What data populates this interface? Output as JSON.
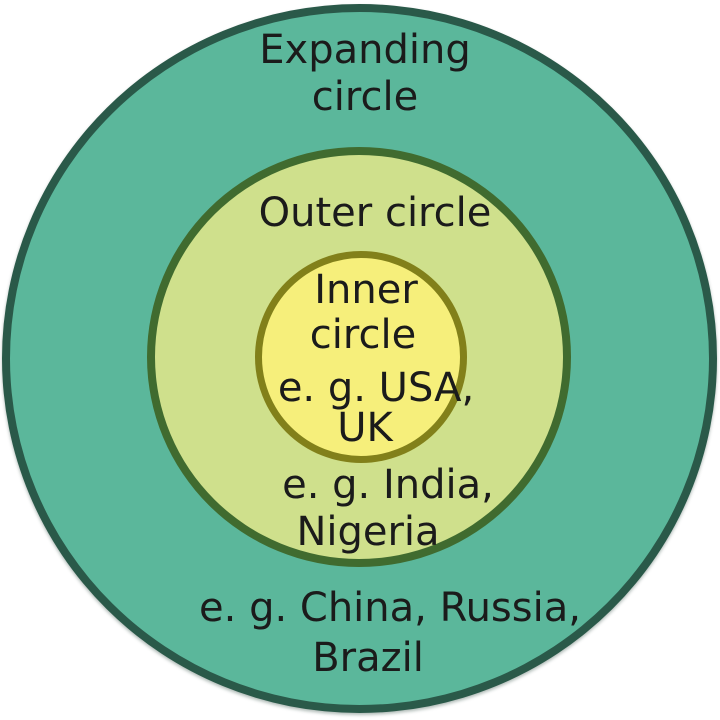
{
  "diagram": {
    "type": "concentric-circles",
    "background": "#ffffff",
    "text_color": "#1b1b1b",
    "circles": [
      {
        "id": "expanding-circle",
        "label_lines": [
          "Expanding",
          "circle"
        ],
        "example_lines": [
          "e. g. China, Russia,",
          "Brazil"
        ],
        "fill": "#5bb79b",
        "border": "#2a5949"
      },
      {
        "id": "outer-circle",
        "label_lines": [
          "Outer circle"
        ],
        "example_lines": [
          "e. g. India,",
          "Nigeria"
        ],
        "fill": "#cfe08c",
        "border": "#406b2f"
      },
      {
        "id": "inner-circle",
        "label_lines": [
          "Inner",
          "circle"
        ],
        "example_lines": [
          "e. g. USA,",
          "UK"
        ],
        "fill": "#f6ef7b",
        "border": "#82801a"
      }
    ]
  }
}
